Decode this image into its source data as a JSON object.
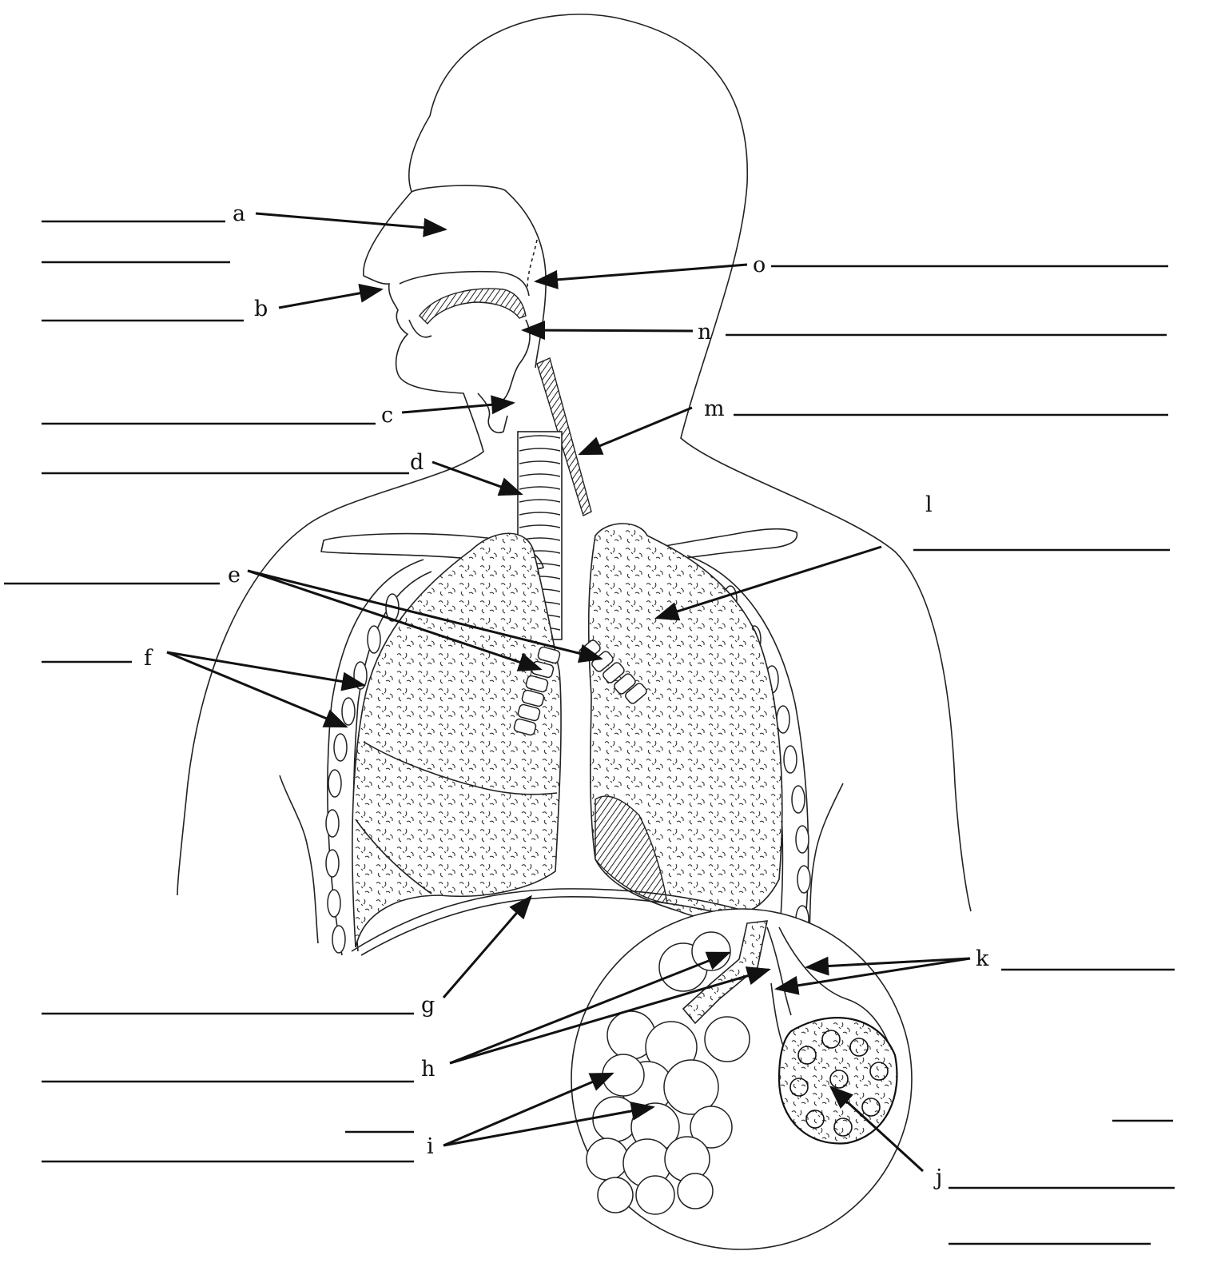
{
  "diagram": {
    "labels": [
      {
        "id": "a",
        "text": "a"
      },
      {
        "id": "b",
        "text": "b"
      },
      {
        "id": "c",
        "text": "c"
      },
      {
        "id": "d",
        "text": "d"
      },
      {
        "id": "e",
        "text": "e"
      },
      {
        "id": "f",
        "text": "f"
      },
      {
        "id": "g",
        "text": "g"
      },
      {
        "id": "h",
        "text": "h"
      },
      {
        "id": "i",
        "text": "i"
      },
      {
        "id": "j",
        "text": "j"
      },
      {
        "id": "k",
        "text": "k"
      },
      {
        "id": "l",
        "text": "l"
      },
      {
        "id": "m",
        "text": "m"
      },
      {
        "id": "n",
        "text": "n"
      },
      {
        "id": "o",
        "text": "o"
      }
    ],
    "blank_count": 19
  }
}
